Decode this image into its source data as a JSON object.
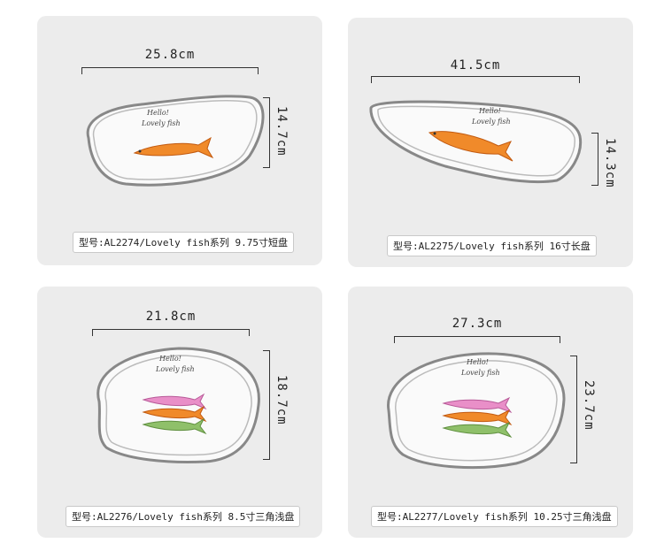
{
  "products": [
    {
      "width_label": "25.8cm",
      "height_label": "14.7cm",
      "caption": "型号:AL2274/Lovely fish系列 9.75寸短盘",
      "plate_text_1": "Hello!",
      "plate_text_2": "Lovely fish"
    },
    {
      "width_label": "41.5cm",
      "height_label": "14.3cm",
      "caption": "型号:AL2275/Lovely fish系列 16寸长盘",
      "plate_text_1": "Hello!",
      "plate_text_2": "Lovely fish"
    },
    {
      "width_label": "21.8cm",
      "height_label": "18.7cm",
      "caption": "型号:AL2276/Lovely fish系列 8.5寸三角浅盘",
      "plate_text_1": "Hello!",
      "plate_text_2": "Lovely fish"
    },
    {
      "width_label": "27.3cm",
      "height_label": "23.7cm",
      "caption": "型号:AL2277/Lovely fish系列 10.25寸三角浅盘",
      "plate_text_1": "Hello!",
      "plate_text_2": "Lovely fish"
    }
  ],
  "colors": {
    "card_bg": "#ececec",
    "plate_rim": "#7a7a7a",
    "fish_orange": "#f08a2a",
    "fish_pink": "#e98fc8",
    "fish_green": "#8fc06a"
  }
}
